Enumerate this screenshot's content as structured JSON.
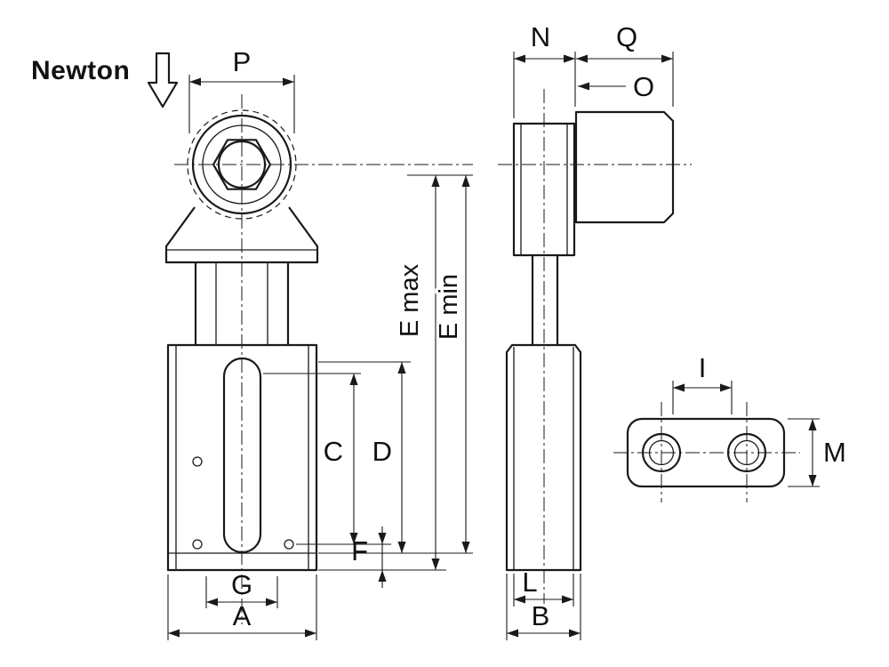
{
  "title": "tension-clamp-technical-drawing",
  "labels": {
    "force": "Newton",
    "p": "P",
    "n": "N",
    "q": "Q",
    "o": "O",
    "e_max": "E max",
    "e_min": "E min",
    "c": "C",
    "d": "D",
    "f": "F",
    "g": "G",
    "a": "A",
    "l": "L",
    "b": "B",
    "i": "I",
    "m": "M"
  },
  "colors": {
    "line": "#1a1a1a",
    "text": "#111111",
    "background": "#ffffff"
  }
}
